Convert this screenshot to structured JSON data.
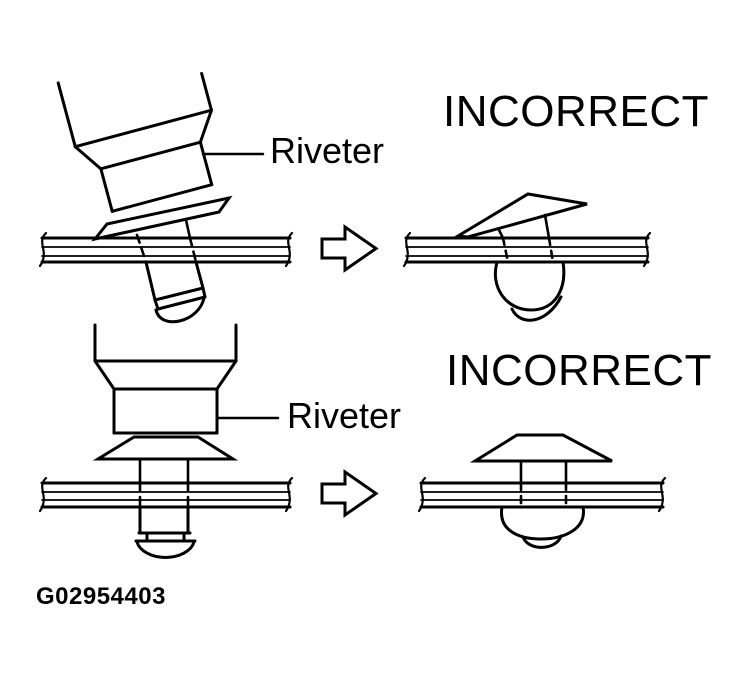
{
  "page": {
    "background": "#ffffff",
    "ink": "#000000",
    "description": "Service-manual line diagram showing two incorrect riveting methods"
  },
  "figure_id": "G02954403",
  "top_panel": {
    "tool_label": "Riveter",
    "result_label": "INCORRECT"
  },
  "bottom_panel": {
    "tool_label": "Riveter",
    "result_label": "INCORRECT"
  }
}
